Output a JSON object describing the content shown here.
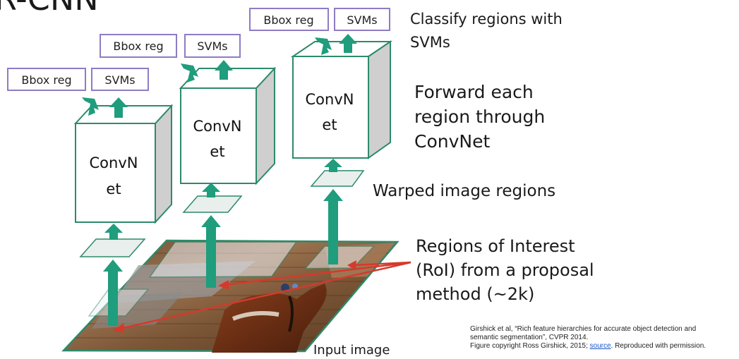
{
  "title_fragment": "R-CNN",
  "annotations": {
    "classify": [
      "Classify regions with",
      "SVMs"
    ],
    "forward": [
      "Forward each",
      "region through",
      "ConvNet"
    ],
    "warped": "Warped image regions",
    "roi": [
      "Regions of Interest",
      "(RoI) from a proposal",
      "method (~2k)"
    ],
    "input": "Input image"
  },
  "columns": [
    {
      "bbox_label": "Bbox reg",
      "svm_label": "SVMs",
      "convnet_lines": [
        "ConvN",
        "et"
      ]
    },
    {
      "bbox_label": "Bbox reg",
      "svm_label": "SVMs",
      "convnet_lines": [
        "ConvN",
        "et"
      ]
    },
    {
      "bbox_label": "Bbox reg",
      "svm_label": "SVMs",
      "convnet_lines": [
        "ConvN",
        "et"
      ]
    }
  ],
  "citation": {
    "line1": "Girshick et al, “Rich feature hierarchies for accurate object detection and",
    "line2": "semantic segmentation”, CVPR 2014.",
    "line3_before": "Figure copyright Ross Girshick, 2015; ",
    "line3_link": "source",
    "line3_after": ". Reproduced with permission."
  },
  "colors": {
    "arrow": "#1f9d7c",
    "box_border": "#8e7cc3",
    "cube_edge": "#2d8a6a",
    "cube_side": "#cfcfcf",
    "pointer": "#d43a2c"
  }
}
